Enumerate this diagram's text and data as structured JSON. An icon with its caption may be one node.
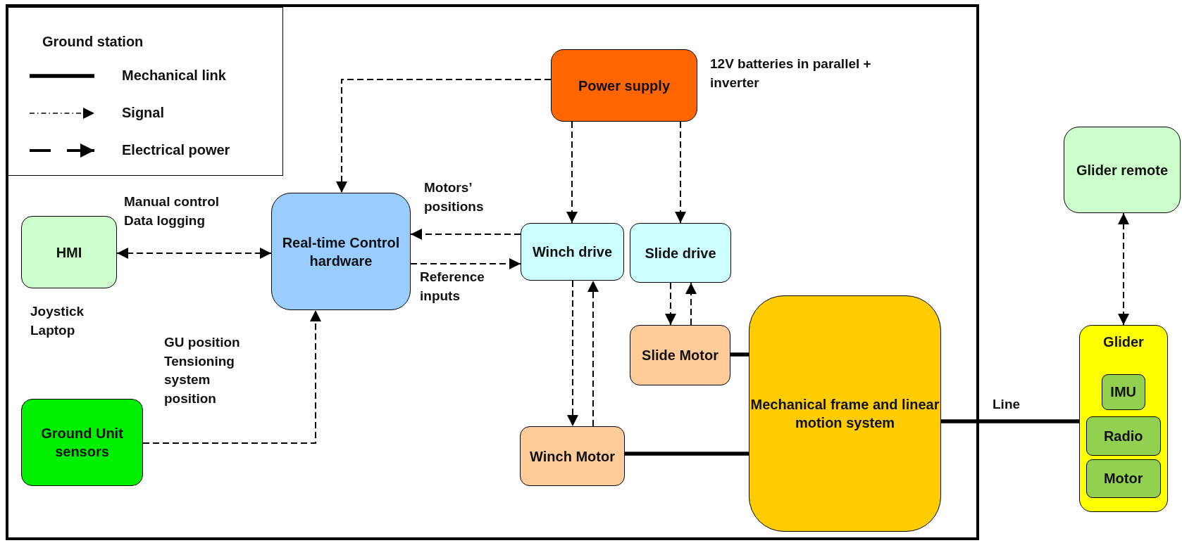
{
  "diagram": {
    "nodes": [
      {
        "text": [
          "Ground station"
        ]
      },
      {
        "text": [
          "HMI"
        ],
        "in": 0,
        "beside": [
          "Joystick Laptop"
        ]
      },
      {
        "text": [
          "Real-time Control hardware"
        ],
        "in": 0
      },
      {
        "text": [
          "Power supply"
        ],
        "in": 0,
        "beside": [
          "12V batteries in parallel + inverter"
        ]
      },
      {
        "text": [
          "Winch drive"
        ],
        "in": 0
      },
      {
        "text": [
          "Slide drive"
        ],
        "in": 0
      },
      {
        "text": [
          "Slide Motor"
        ],
        "in": 0
      },
      {
        "text": [
          "Winch Motor"
        ],
        "in": 0
      },
      {
        "text": [
          "Mechanical frame and linear motion system"
        ],
        "in": 0
      },
      {
        "text": [
          "Ground Unit sensors"
        ],
        "in": 0
      },
      {
        "text": [
          "Glider remote"
        ]
      },
      {
        "text": [
          "Glider"
        ]
      },
      {
        "text": [
          "IMU"
        ],
        "in": 11
      },
      {
        "text": [
          "Radio"
        ],
        "in": 11
      },
      {
        "text": [
          "Motor"
        ],
        "in": 11
      }
    ],
    "edges": [
      {
        "from": 3,
        "to": 2,
        "arrow": "to",
        "style": "dashed"
      },
      {
        "from": 3,
        "to": 4,
        "arrow": "to",
        "style": "dashed"
      },
      {
        "from": 3,
        "to": 5,
        "arrow": "to",
        "style": "dashed"
      },
      {
        "from": 1,
        "to": 2,
        "arrow": "both",
        "style": "dashed",
        "label": "Manual control Data logging"
      },
      {
        "from": 4,
        "to": 2,
        "arrow": "to",
        "style": "dashed",
        "label": "Motors’ positions"
      },
      {
        "from": 2,
        "to": 4,
        "arrow": "to",
        "style": "dashed",
        "label": "Reference inputs"
      },
      {
        "from": 4,
        "to": 7,
        "arrow": "to",
        "style": "dashed"
      },
      {
        "from": 7,
        "to": 4,
        "arrow": "to",
        "style": "dashed"
      },
      {
        "from": 5,
        "to": 6,
        "arrow": "to",
        "style": "dashed"
      },
      {
        "from": 6,
        "to": 5,
        "arrow": "to",
        "style": "dashed"
      },
      {
        "from": 9,
        "to": 2,
        "arrow": "to",
        "style": "dashed",
        "label": "GU position Tensioning system position"
      },
      {
        "from": 7,
        "to": 8,
        "arrow": "none",
        "style": "thick"
      },
      {
        "from": 6,
        "to": 8,
        "arrow": "none",
        "style": "thick"
      },
      {
        "from": 8,
        "to": 11,
        "arrow": "none",
        "style": "thick",
        "label": "Line"
      },
      {
        "from": 10,
        "to": 11,
        "arrow": "both",
        "style": "dashed"
      }
    ],
    "legend": [
      {
        "text": "Mechanical link"
      },
      {
        "text": "Signal"
      },
      {
        "text": "Electrical power"
      }
    ]
  }
}
